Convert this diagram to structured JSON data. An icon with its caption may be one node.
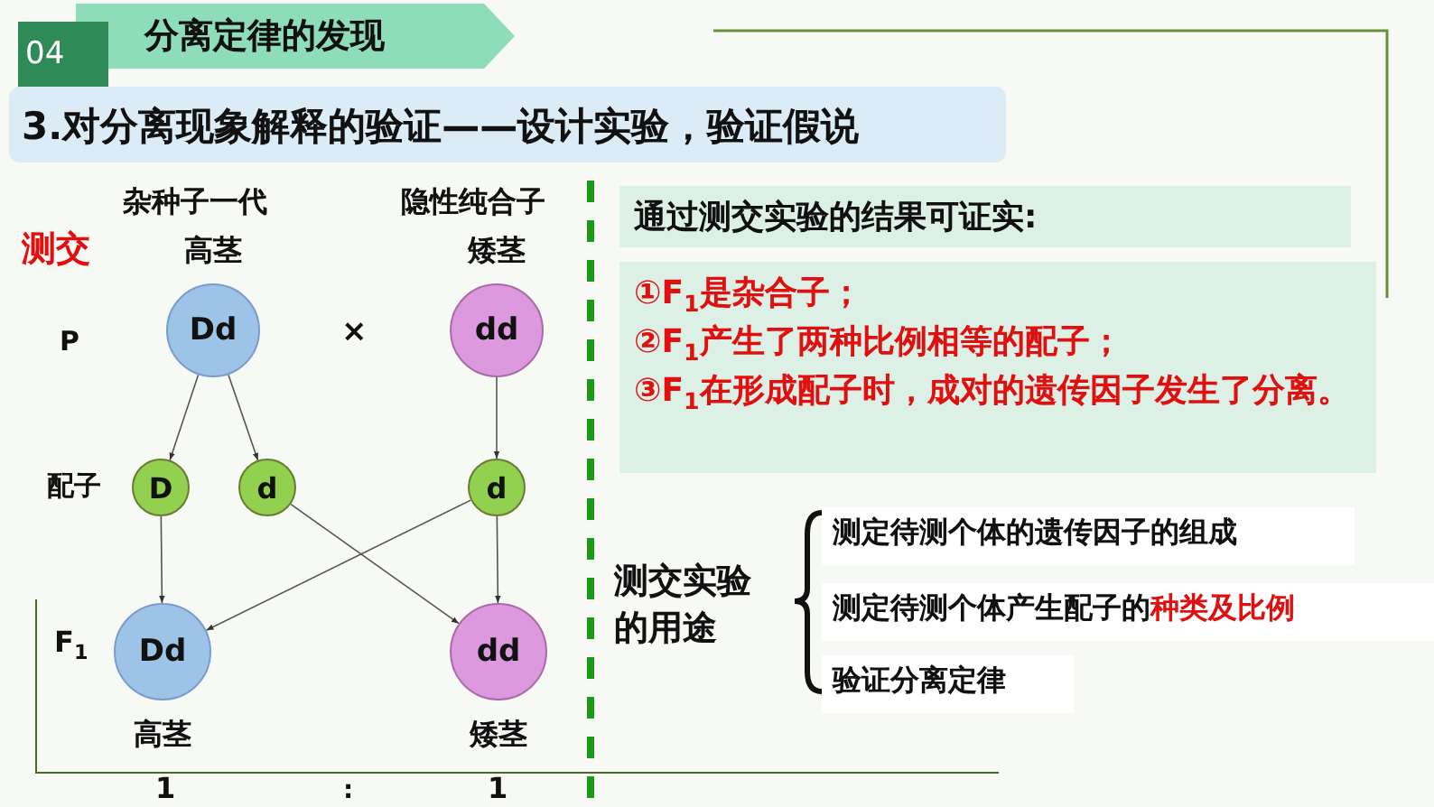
{
  "diagram": {
    "title": "分离定律的发现",
    "nodes": [
      {
        "text": [
          "Dd"
        ],
        "beside": [
          "高茎"
        ]
      },
      {
        "text": [
          "dd"
        ],
        "beside": [
          "矮茎"
        ]
      },
      {
        "text": [
          "D"
        ]
      },
      {
        "text": [
          "d"
        ]
      },
      {
        "text": [
          "d"
        ]
      },
      {
        "text": [
          "Dd"
        ],
        "beside": [
          "高茎"
        ]
      },
      {
        "text": [
          "dd"
        ],
        "beside": [
          "矮茎"
        ]
      },
      {
        "text": [
          "通过测交实验的结果可证实:"
        ]
      },
      {
        "text": [
          "①F$_{1}$是杂合子；",
          "②F$_{1}$产生了两种比例相等的配子；",
          "③F$_{1}$在形成配子时，成对的遗传因子发生了分离。"
        ]
      }
    ],
    "edges": [
      {
        "from": 0,
        "to": 2,
        "arrow": "to"
      },
      {
        "from": 0,
        "to": 3,
        "arrow": "to"
      },
      {
        "from": 1,
        "to": 4,
        "arrow": "to"
      },
      {
        "from": 2,
        "to": 5,
        "arrow": "to"
      },
      {
        "from": 3,
        "to": 6,
        "arrow": "to"
      },
      {
        "from": 4,
        "to": 5,
        "arrow": "to"
      },
      {
        "from": 4,
        "to": 6,
        "arrow": "to"
      }
    ],
    "labels": [
      "04",
      "3.对分离现象解释的验证——设计实验，验证假说",
      "杂种子一代",
      "隐性纯合子",
      "测交",
      "P",
      "×",
      "配子",
      "F$_{1}$",
      "1",
      ":",
      "1",
      "测交实验的用途",
      "测定待测个体的遗传因子的组成",
      "测定待测个体产生配子的**种类及比例**",
      "验证分离定律"
    ]
  }
}
